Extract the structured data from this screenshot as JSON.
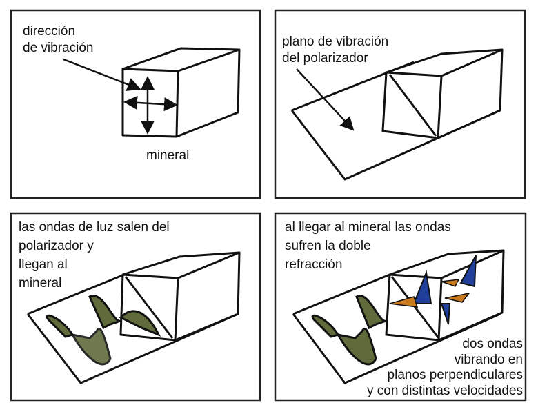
{
  "panels": [
    {
      "labels": {
        "vibration_direction": [
          "dirección",
          "de vibración"
        ],
        "mineral": "mineral"
      }
    },
    {
      "labels": {
        "polarizer_plane": [
          "plano de vibración",
          "del polarizador"
        ]
      }
    },
    {
      "labels": {
        "caption": [
          "las ondas de luz salen del",
          "polarizador y",
          "llegan al",
          "mineral"
        ]
      }
    },
    {
      "labels": {
        "caption": [
          "al llegar al mineral las ondas",
          "sufren la doble",
          "refracción"
        ],
        "result": [
          "dos ondas",
          "vibrando en",
          "planos perpendiculares",
          "y con distintas velocidades"
        ]
      }
    }
  ],
  "colors": {
    "wave_green": "#5f6b3a",
    "wave_blue": "#1f3f9a",
    "wave_orange": "#c9791e",
    "line": "#111111"
  }
}
